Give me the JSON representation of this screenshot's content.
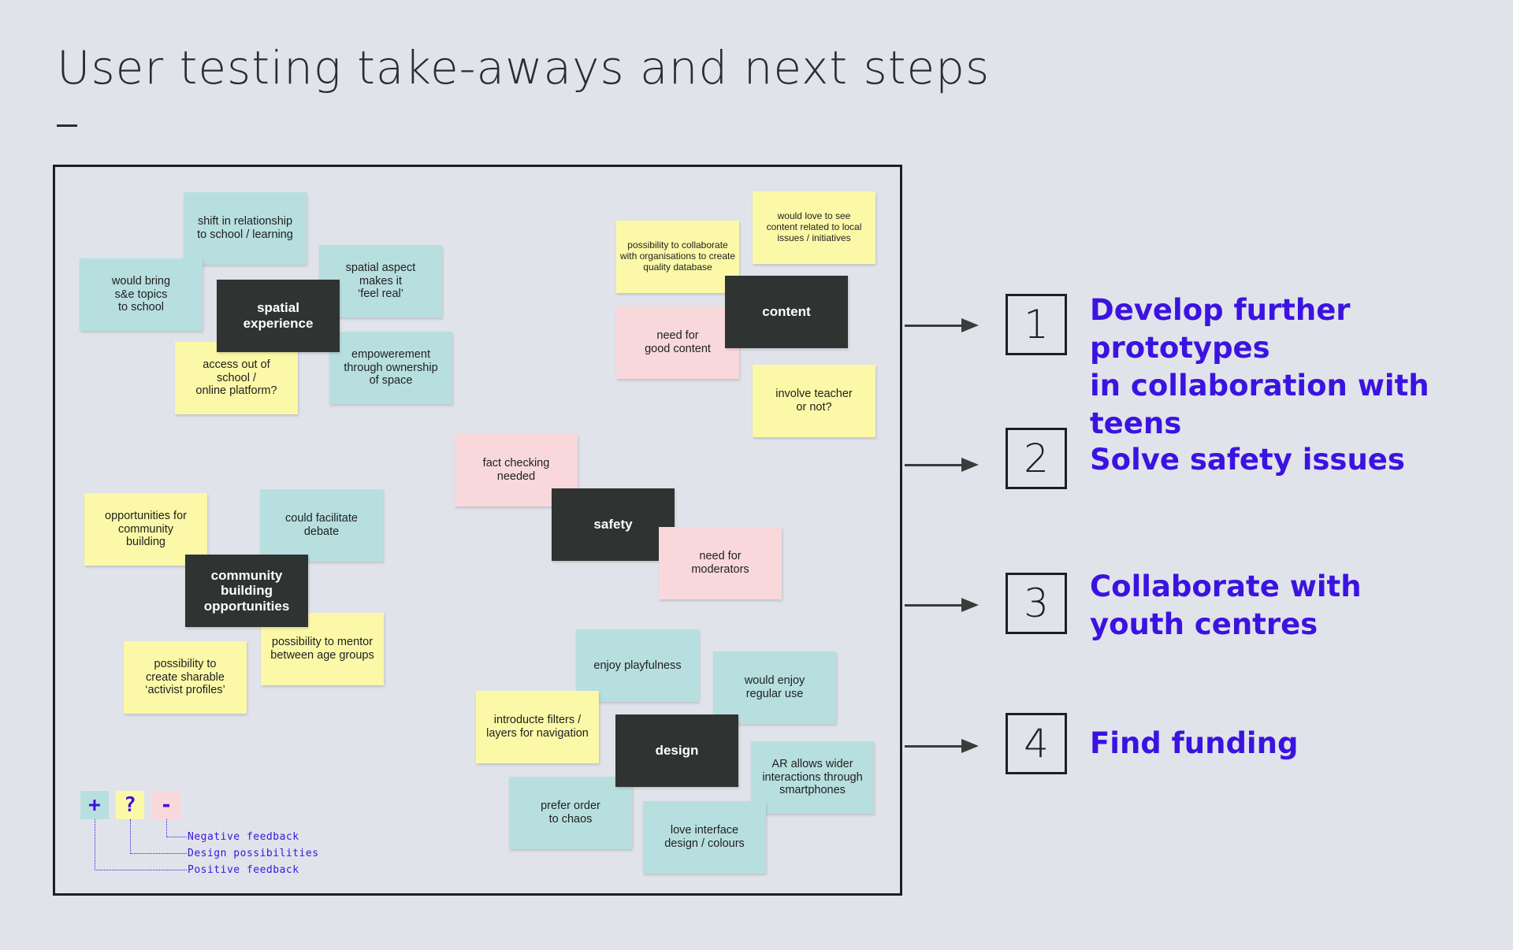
{
  "title": "User testing take-aways and  next steps",
  "clusters": {
    "spatial": {
      "category": "spatial\nexperience",
      "notes": [
        "shift in relationship\nto school / learning",
        "would bring\ns&e topics\nto school",
        "spatial aspect\nmakes it\n‘feel real’",
        "access out of\nschool /\nonline platform?",
        "empowerement\nthrough ownership\nof space"
      ]
    },
    "content": {
      "category": "content",
      "notes": [
        "would love to see\ncontent related to local\nissues / initiatives",
        "possibility to collaborate\nwith organisations to create\nquality database",
        "need for\ngood content",
        "involve teacher\nor not?"
      ]
    },
    "safety": {
      "category": "safety",
      "notes": [
        "fact checking\nneeded",
        "need for\nmoderators"
      ]
    },
    "community": {
      "category": "community\nbuilding\nopportunities",
      "notes": [
        "opportunities for\ncommunity\nbuilding",
        "could facilitate\ndebate",
        "possibility to mentor\nbetween age groups",
        "possibility to\ncreate sharable\n‘activist profiles’"
      ]
    },
    "design": {
      "category": "design",
      "notes": [
        "enjoy playfulness",
        "would enjoy\nregular use",
        "introducte filters /\nlayers for navigation",
        "AR allows wider\ninteractions through\nsmartphones",
        "prefer order\nto chaos",
        "love interface\ndesign / colours"
      ]
    }
  },
  "legend": {
    "symbols": [
      "+",
      "?",
      "-"
    ],
    "negative": "Negative feedback",
    "design": "Design possibilities",
    "positive": "Positive feedback"
  },
  "colors": {
    "positive": "#b8dfe0",
    "design": "#fbf9a8",
    "negative": "#f9d8dc",
    "category": "#2f3331",
    "accent": "#3b13e0"
  },
  "steps": [
    {
      "number": "1",
      "text": "Develop further prototypes\nin collaboration with teens"
    },
    {
      "number": "2",
      "text": "Solve safety issues"
    },
    {
      "number": "3",
      "text": "Collaborate with\nyouth centres"
    },
    {
      "number": "4",
      "text": "Find funding"
    }
  ]
}
